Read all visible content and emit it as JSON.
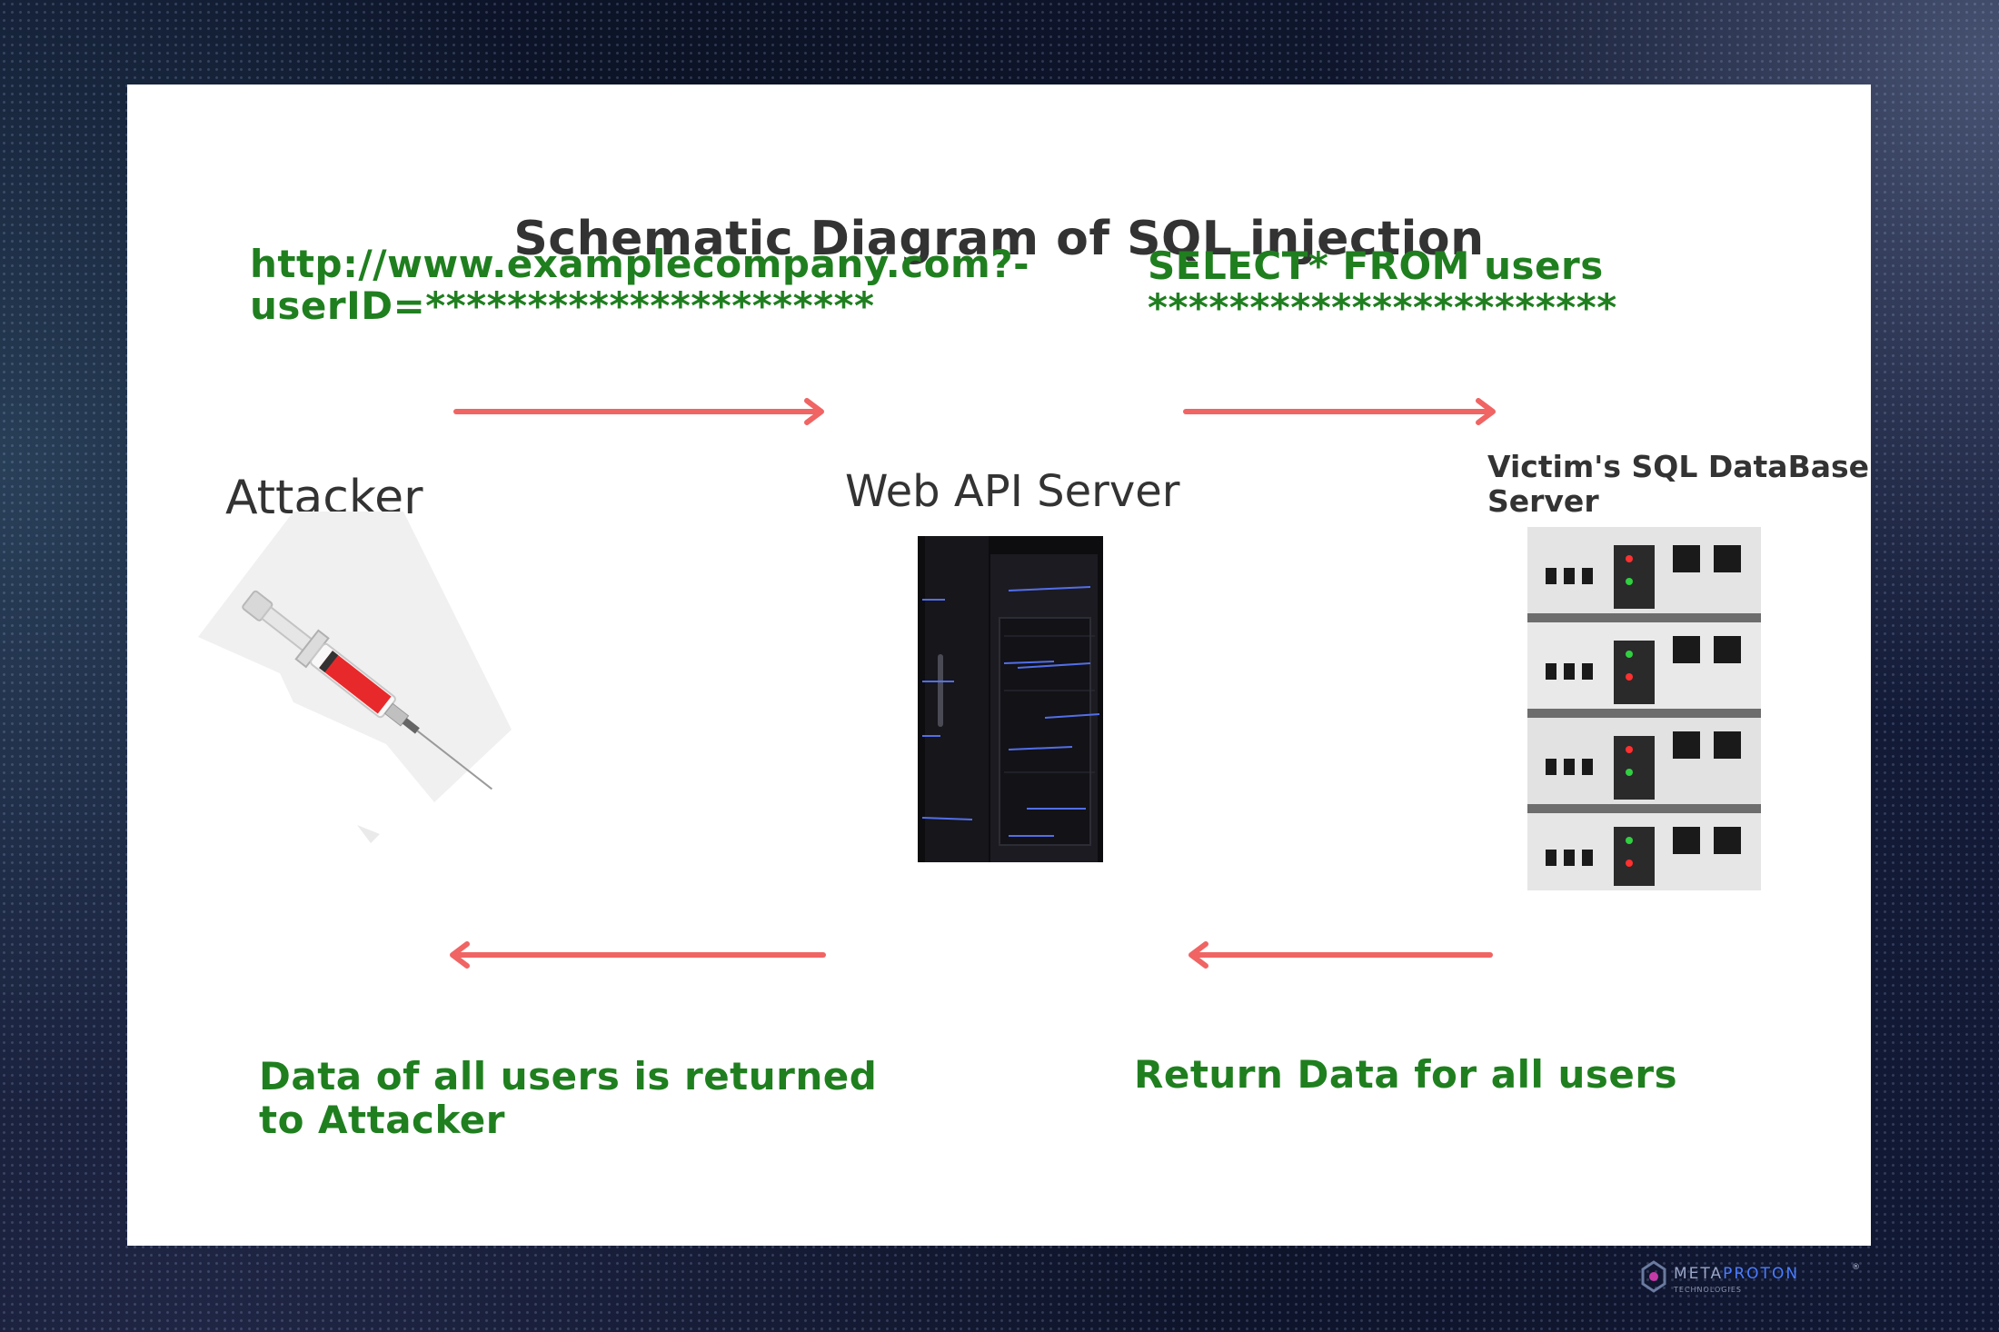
{
  "title": "Schematic Diagram of SQL injection",
  "request_url": {
    "line1": "http://www.examplecompany.com?-",
    "line2": "userID=**********************"
  },
  "query": {
    "line1": "SELECT* FROM users",
    "line2": "***********************"
  },
  "nodes": {
    "attacker": "Attacker",
    "web_server": "Web API Server",
    "db_server_line1": "Victim's SQL DataBase",
    "db_server_line2": "Server"
  },
  "return_to_attacker": {
    "line1": "Data of all users is returned",
    "line2": "to Attacker"
  },
  "return_data": "Return Data for all users",
  "brand": {
    "name_part1": "METAPROTON",
    "name_part2": "TECHNOLOGIES"
  },
  "colors": {
    "arrow": "#f06464",
    "green_text": "#1f7f1f",
    "dark_text": "#333333"
  }
}
